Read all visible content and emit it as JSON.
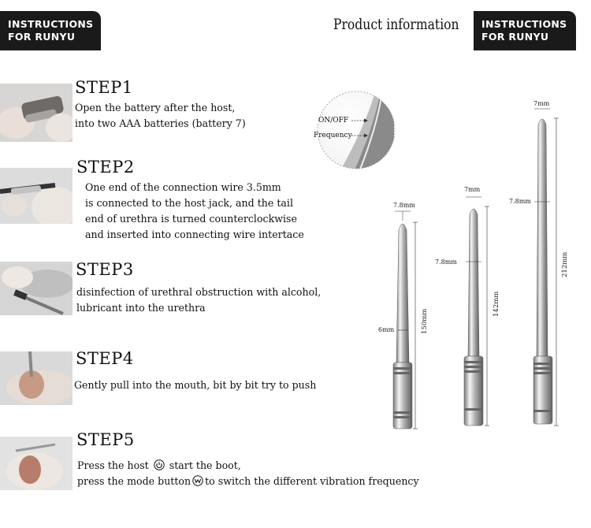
{
  "badge_left": {
    "line1": "INSTRUCTIONS",
    "line2": "FOR RUNYU"
  },
  "badge_right": {
    "line1": "INSTRUCTIONS",
    "line2": "FOR RUNYU"
  },
  "product_title": "Product information",
  "steps": [
    {
      "title": "STEP1",
      "lines": [
        "Open the battery after the host,",
        "into two AAA batteries (battery 7)"
      ]
    },
    {
      "title": "STEP2",
      "lines": [
        "One end of the connection wire 3.5mm",
        "is connected to the host jack, and the tail",
        "end of urethra is turned counterclockwise",
        "and inserted into connecting wire intertace"
      ]
    },
    {
      "title": "STEP3",
      "lines": [
        "disinfection of urethral obstruction with alcohol,",
        "lubricant into the urethra"
      ]
    },
    {
      "title": "STEP4",
      "lines": [
        "Gently pull into the mouth, bit by bit try to push"
      ]
    },
    {
      "title": "STEP5",
      "line1_a": "Press the host",
      "line1_b": "start the boot,",
      "line2_a": "press the mode button",
      "line2_b": "to switch the different vibration frequency"
    }
  ],
  "callouts": {
    "on_off": "ON/OFF",
    "frequency": "Frequency"
  },
  "rods": [
    {
      "top_width": "7.8mm",
      "mid_width": "6mm",
      "length": "150mm"
    },
    {
      "top_width": "7mm",
      "mid_width": "7.8mm",
      "length": "142mm"
    },
    {
      "top_width": "7mm",
      "mid_width": "7.8mm",
      "length": "212mm"
    }
  ],
  "icons": {
    "power": "power-icon",
    "mode": "mode-icon"
  }
}
